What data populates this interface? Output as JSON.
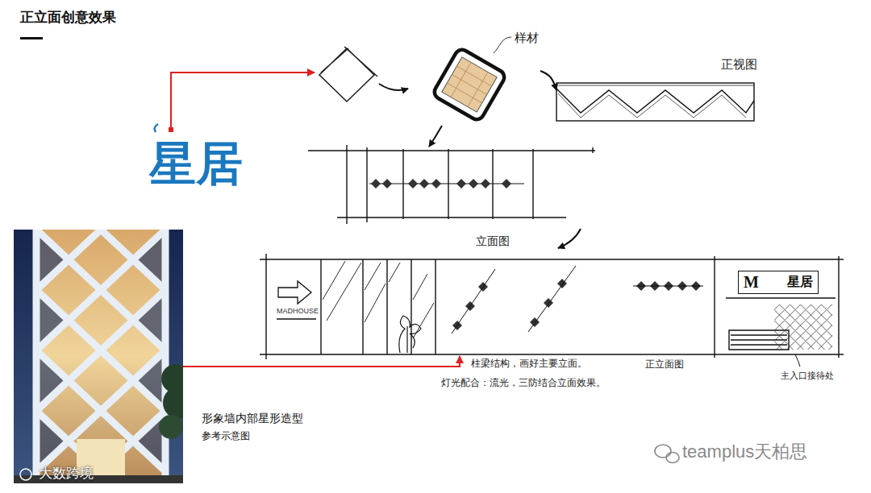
{
  "diagram": {
    "title": "正立面创意效果",
    "nodes": [
      {
        "text": [
          "星居"
        ]
      },
      {
        "text": [
          "样材"
        ]
      },
      {
        "text": [
          "正视图"
        ]
      },
      {
        "text": [
          "立面图"
        ]
      },
      {
        "text": [
          "M",
          "星居"
        ],
        "in": 3
      },
      {
        "text": [
          "形象墙内部星形造型",
          "参考示意图"
        ]
      }
    ],
    "edges": [
      {
        "from": 1,
        "to": 2,
        "arrow": "to"
      },
      {
        "from": 5,
        "to": 3,
        "arrow": "to"
      }
    ],
    "labels": [
      "MADHOUSE",
      "柱梁结构，画好主要立面。",
      "灯光配合：流光，三防结合立面效果。",
      "正立面图",
      "主入口接待处",
      "大数跨境",
      "teamplus天柏思"
    ]
  }
}
